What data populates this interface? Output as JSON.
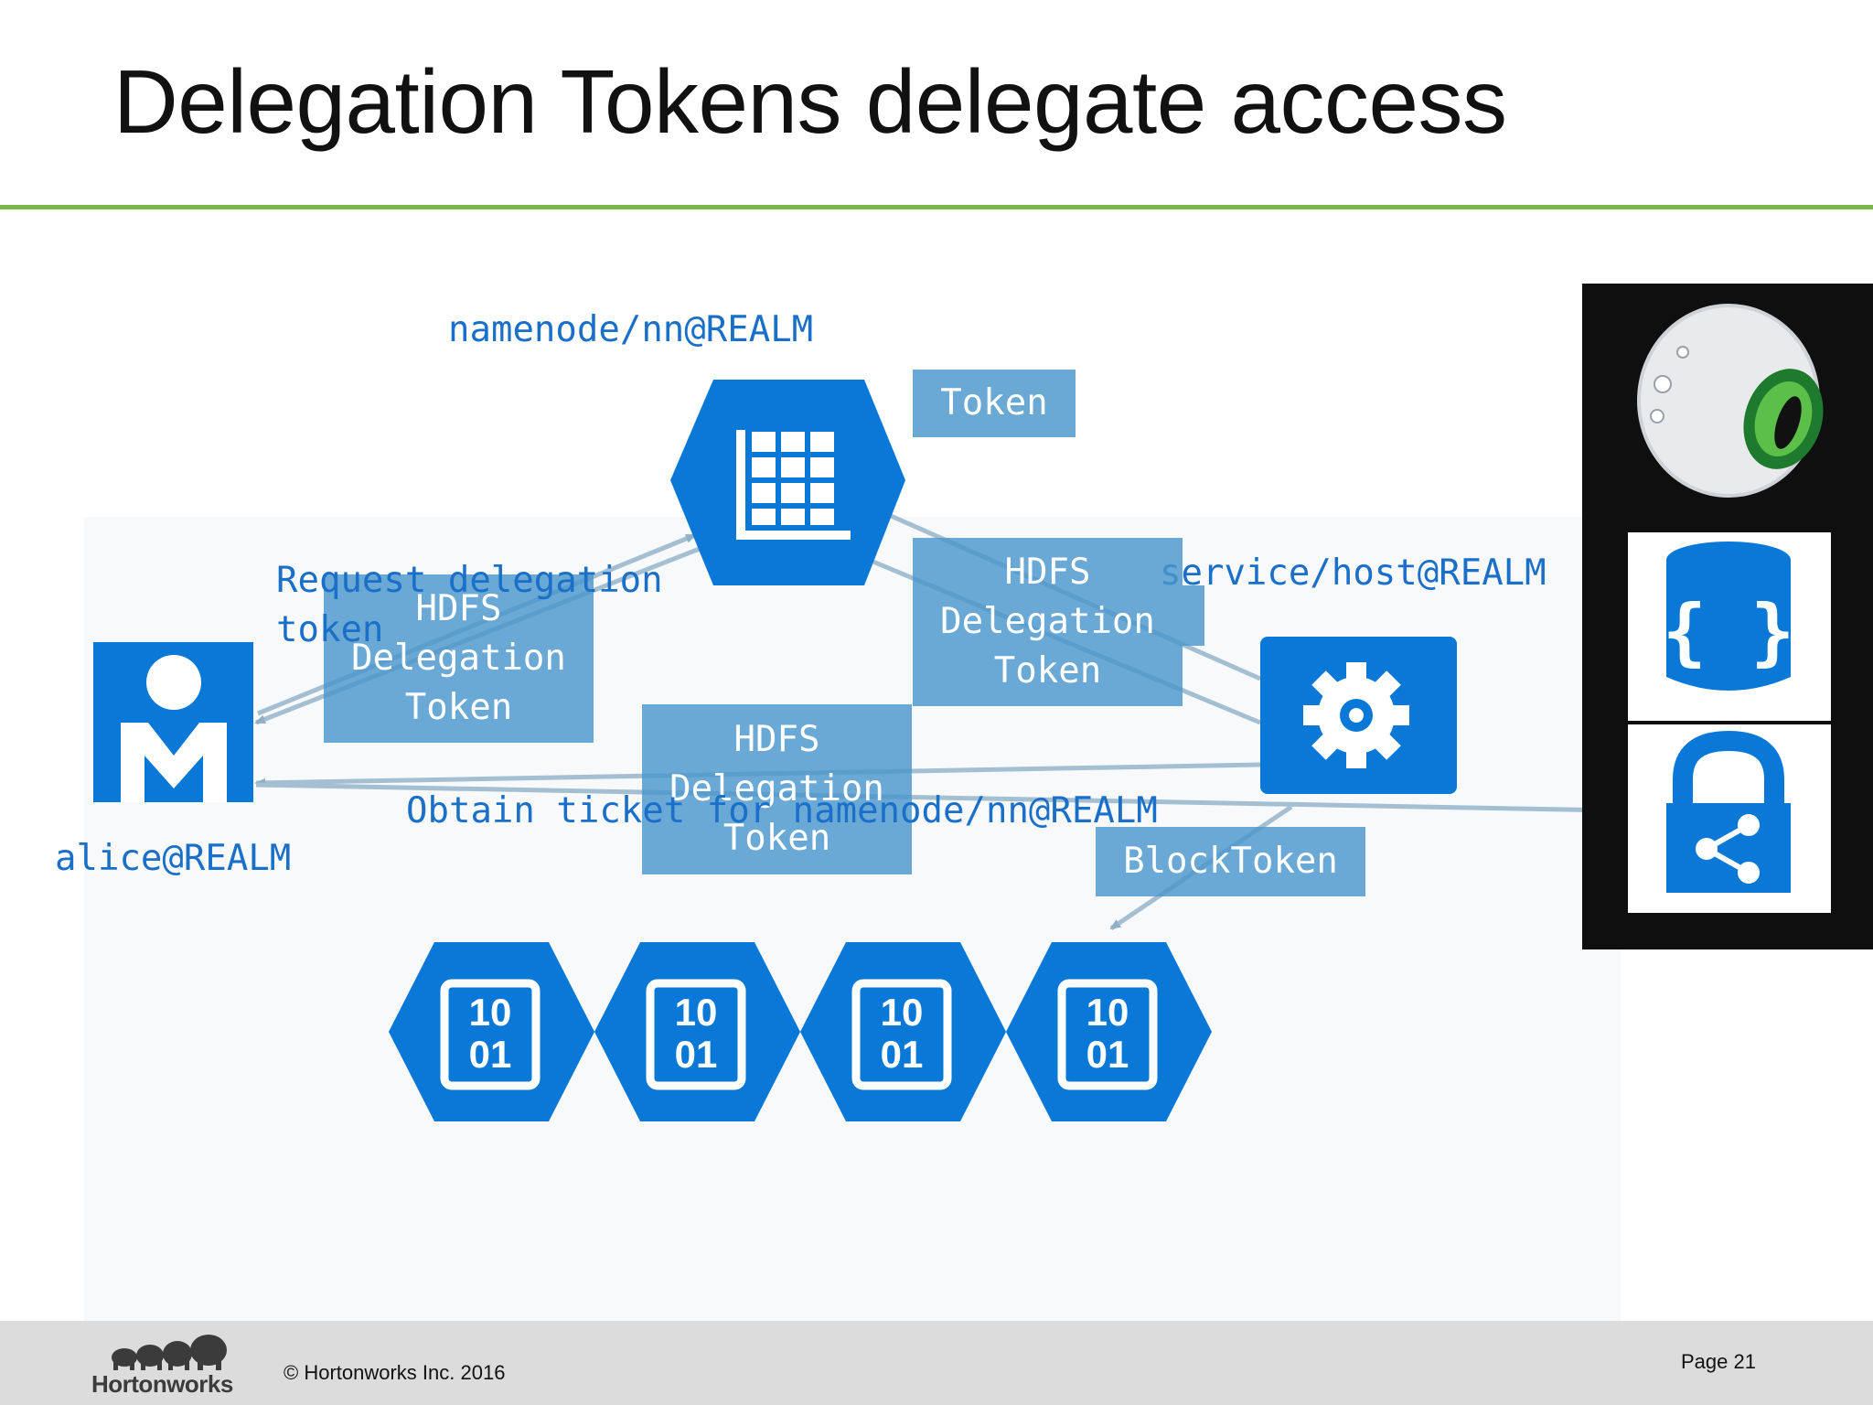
{
  "slide": {
    "title": "Delegation Tokens delegate access",
    "footer": {
      "copyright": "© Hortonworks Inc. 2016",
      "page": "Page 21",
      "brand": "Hortonworks"
    },
    "accent_color": "#7ab648"
  },
  "diagram": {
    "labels": {
      "namenode": "namenode/nn@REALM",
      "service": "service/host@REALM",
      "alice": "alice@REALM",
      "request": "Request delegation",
      "request_line2": "token",
      "obtain": "Obtain ticket for namenode/nn@REALM"
    },
    "boxes": {
      "token": "Token",
      "hdfs_left": [
        "HDFS",
        "Delegation",
        "Token"
      ],
      "hdfs_right": [
        "HDFS",
        "Delegation",
        "Token"
      ],
      "hdfs_center": [
        "HDFS",
        "Delegation",
        "Token"
      ],
      "block_token": "BlockToken"
    },
    "datanodes": [
      {
        "line1": "10",
        "line2": "01"
      },
      {
        "line1": "10",
        "line2": "01"
      },
      {
        "line1": "10",
        "line2": "01"
      },
      {
        "line1": "10",
        "line2": "01"
      }
    ],
    "colors": {
      "icon_blue": "#0a78d7",
      "label_blue": "#1a6fc8",
      "box_blue": "#4a96cc",
      "arrow_gray": "#8fb0c6"
    },
    "icons": [
      "namenode-table-icon",
      "user-icon",
      "service-gear-icon",
      "datanode-binary-icon",
      "kerberos-eye-icon",
      "database-braces-icon",
      "lock-share-icon"
    ]
  }
}
